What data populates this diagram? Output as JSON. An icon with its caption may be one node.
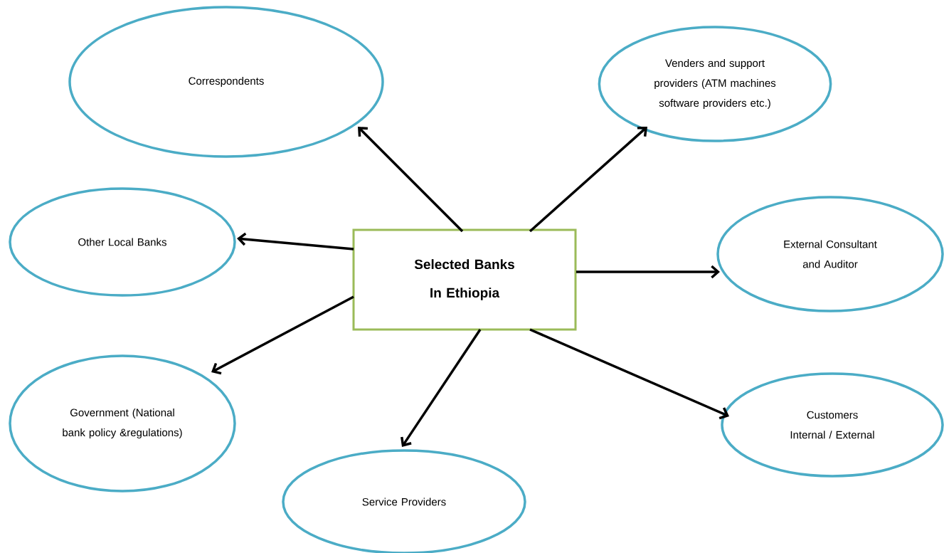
{
  "diagram": {
    "nodes": [
      {
        "text": [
          "Selected Banks In Ethiopia"
        ]
      },
      {
        "text": [
          "Correspondents"
        ]
      },
      {
        "text": [
          "Venders and support providers (ATM machines software providers etc.)"
        ]
      },
      {
        "text": [
          "Other Local Banks"
        ]
      },
      {
        "text": [
          "External Consultant and Auditor"
        ]
      },
      {
        "text": [
          "Government (National bank policy &regulations)"
        ]
      },
      {
        "text": [
          "Service Providers"
        ]
      },
      {
        "text": [
          "Customers Internal / External"
        ]
      }
    ],
    "edges": [
      {
        "from": 0,
        "to": 1,
        "arrow": "to"
      },
      {
        "from": 0,
        "to": 2,
        "arrow": "to"
      },
      {
        "from": 0,
        "to": 3,
        "arrow": "to"
      },
      {
        "from": 0,
        "to": 4,
        "arrow": "to"
      },
      {
        "from": 0,
        "to": 5,
        "arrow": "to"
      },
      {
        "from": 0,
        "to": 6,
        "arrow": "to"
      },
      {
        "from": 0,
        "to": 7,
        "arrow": "to"
      }
    ]
  }
}
